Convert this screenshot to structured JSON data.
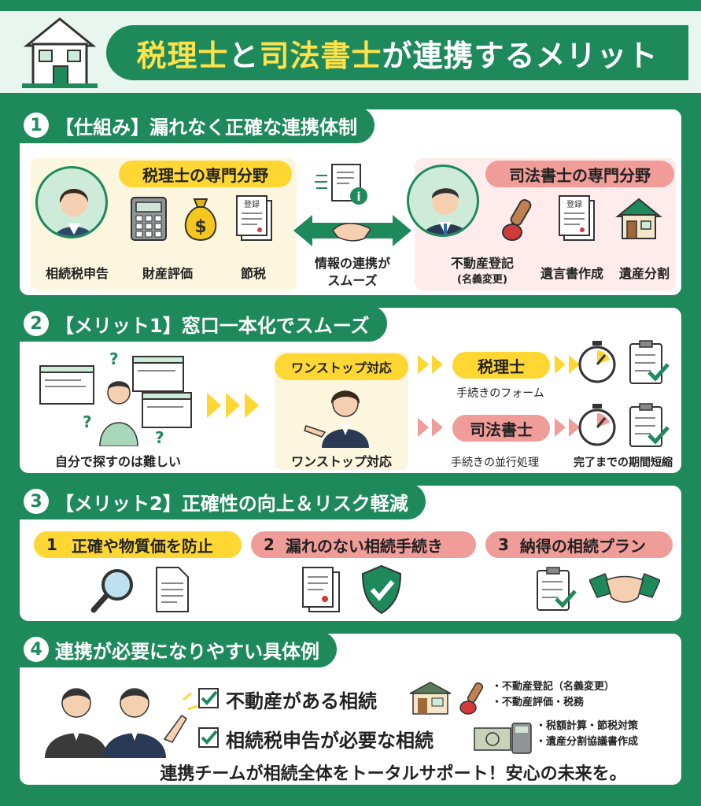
{
  "title": {
    "part1": "税理士",
    "part2": "と",
    "part3": "司法書士",
    "part4": "が連携するメリット"
  },
  "section1": {
    "num": "1",
    "heading": "【仕組み】漏れなく正確な連携体制",
    "tax_title": "税理士の専門分野",
    "tax_items": [
      "相続税申告",
      "財産評価",
      "節税"
    ],
    "center_label": "情報の連携が\nスムーズ",
    "center_label_1": "情報の連携が",
    "center_label_2": "スムーズ",
    "doc_stamp": "登録",
    "judicial_title": "司法書士の専門分野",
    "judicial_items": [
      "不動産登記",
      "(名義変更)",
      "遺言書作成",
      "遺産分割"
    ]
  },
  "section2": {
    "num": "2",
    "heading": "【メリット1】窓口一本化でスムーズ",
    "left_caption": "自分で探すのは難しい",
    "onestop_top": "ワンストップ対応",
    "onestop_bottom": "ワンストップ対応",
    "tax_pill": "税理士",
    "tax_sub": "手続きのフォーム",
    "judicial_pill": "司法書士",
    "judicial_sub": "手続きの並行処理",
    "result_caption": "完了までの期間短縮"
  },
  "section3": {
    "num": "3",
    "heading": "【メリット2】正確性の向上＆リスク軽減",
    "items": [
      {
        "num": "1",
        "label": "正確や物質価を防止"
      },
      {
        "num": "2",
        "label": "漏れのない相続手続き"
      },
      {
        "num": "3",
        "label": "納得の相続プラン"
      }
    ]
  },
  "section4": {
    "num": "4",
    "heading": "連携が必要になりやすい具体例",
    "case1": "不動産がある相続",
    "case1_notes": [
      "・不動産登記（名義変更）",
      "・不動産評価・税務"
    ],
    "case2": "相続税申告が必要な相続",
    "case2_notes": [
      "・税額計算・節税対策",
      "・遺産分割協議書作成"
    ],
    "footer": "連携チームが相続全体をトータルサポート！安心の未来を。"
  },
  "colors": {
    "green": "#1e8a5c",
    "yellow": "#ffd732",
    "pink": "#f09c98",
    "mint": "#e9f6ef"
  },
  "icons": [
    "house-icon",
    "calculator-icon",
    "money-bag-icon",
    "document-icon",
    "handshake-icon",
    "info-icon",
    "stamp-icon",
    "arrow-icon",
    "stopwatch-icon",
    "checklist-icon",
    "magnifier-icon",
    "shield-check-icon",
    "checkbox-icon",
    "yen-bill-icon",
    "shop-icon"
  ]
}
